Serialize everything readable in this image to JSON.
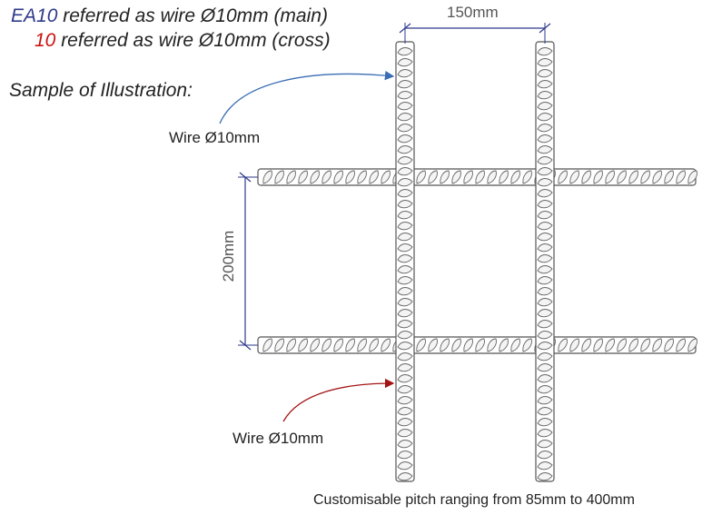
{
  "legend": {
    "main_code": "EA10",
    "main_text": " referred as wire Ø10mm (main)",
    "cross_code": "10",
    "cross_text": " referred as wire Ø10mm (cross)",
    "main_color": "#2e3a8c",
    "cross_color": "#cc1111"
  },
  "sample_label": "Sample of Illustration:",
  "callouts": {
    "top_wire_label": "Wire Ø10mm",
    "bottom_wire_label": "Wire Ø10mm",
    "top_arrow_color": "#3a6db3",
    "bottom_arrow_color": "#a31515"
  },
  "dimensions": {
    "horizontal_pitch": "150mm",
    "vertical_pitch": "200mm",
    "dimension_color": "#2e3a8c"
  },
  "footer": "Customisable pitch ranging from 85mm to 400mm"
}
